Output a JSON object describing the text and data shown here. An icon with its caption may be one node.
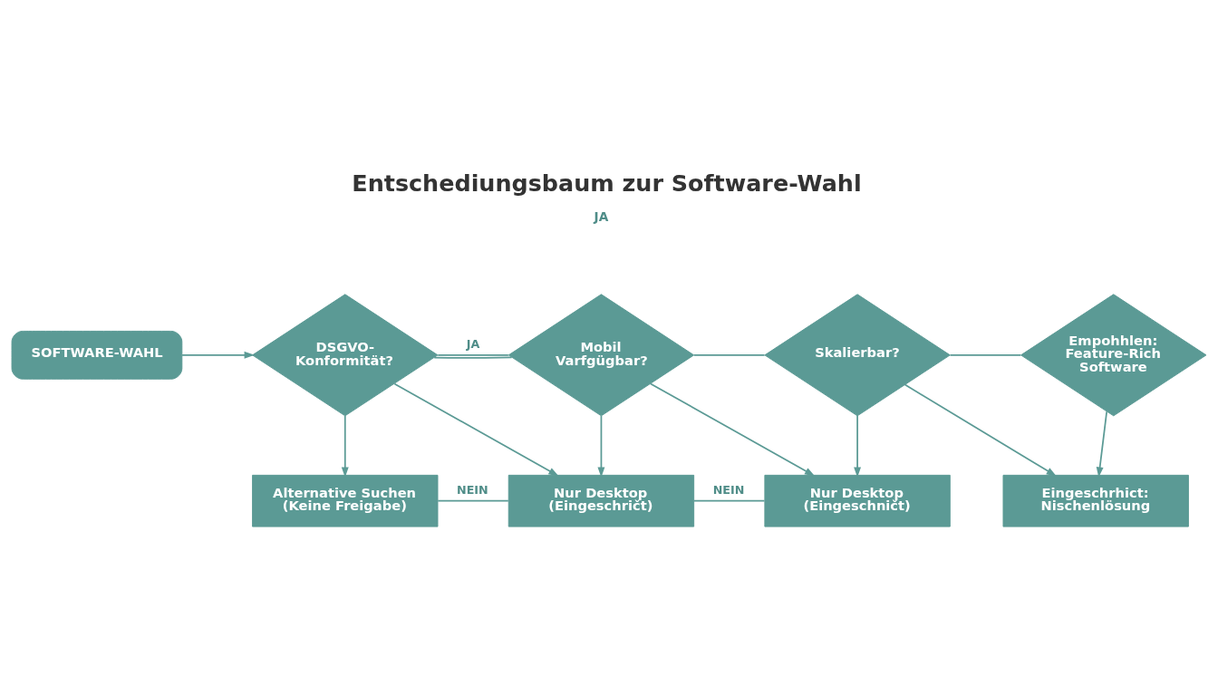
{
  "diagram": {
    "title": "Entschediungsbaum zur Software-Wahl",
    "nodes": [
      {
        "text": [
          "SOFTWARE-WAHL"
        ]
      },
      {
        "text": [
          "DSGVO-Konformität?"
        ]
      },
      {
        "text": [
          "Mobil Varfgügbar?"
        ]
      },
      {
        "text": [
          "Skalierbar?"
        ]
      },
      {
        "text": [
          "Empohhlen: Feature-Rich Software"
        ]
      },
      {
        "text": [
          "Alternative Suchen (Keine Freigabe)"
        ]
      },
      {
        "text": [
          "Nur Desktop (Eingeschričt)"
        ]
      },
      {
        "text": [
          "Nur Desktop (Eingeschničt)"
        ]
      },
      {
        "text": [
          "Eingeschrhict: Nischenlösung"
        ]
      }
    ],
    "edges": [
      {
        "from": 0,
        "to": 1,
        "arrow": "to"
      },
      {
        "from": 1,
        "to": 2,
        "arrow": "none",
        "label": "JA"
      },
      {
        "from": 1,
        "to": 2,
        "arrow": "none"
      },
      {
        "from": 1,
        "to": 5,
        "arrow": "to"
      },
      {
        "from": 1,
        "to": 6,
        "arrow": "to"
      },
      {
        "from": 2,
        "to": 6,
        "arrow": "to"
      },
      {
        "from": 2,
        "to": 3,
        "arrow": "none"
      },
      {
        "from": 2,
        "to": 7,
        "arrow": "to"
      },
      {
        "from": 3,
        "to": 7,
        "arrow": "to"
      },
      {
        "from": 3,
        "to": 4,
        "arrow": "none"
      },
      {
        "from": 3,
        "to": 8,
        "arrow": "to"
      },
      {
        "from": 4,
        "to": 8,
        "arrow": "to"
      },
      {
        "from": 5,
        "to": 6,
        "arrow": "none",
        "label": "NEIN"
      },
      {
        "from": 6,
        "to": 7,
        "arrow": "none",
        "label": "NEIN"
      }
    ],
    "labels": [
      "JA"
    ]
  }
}
